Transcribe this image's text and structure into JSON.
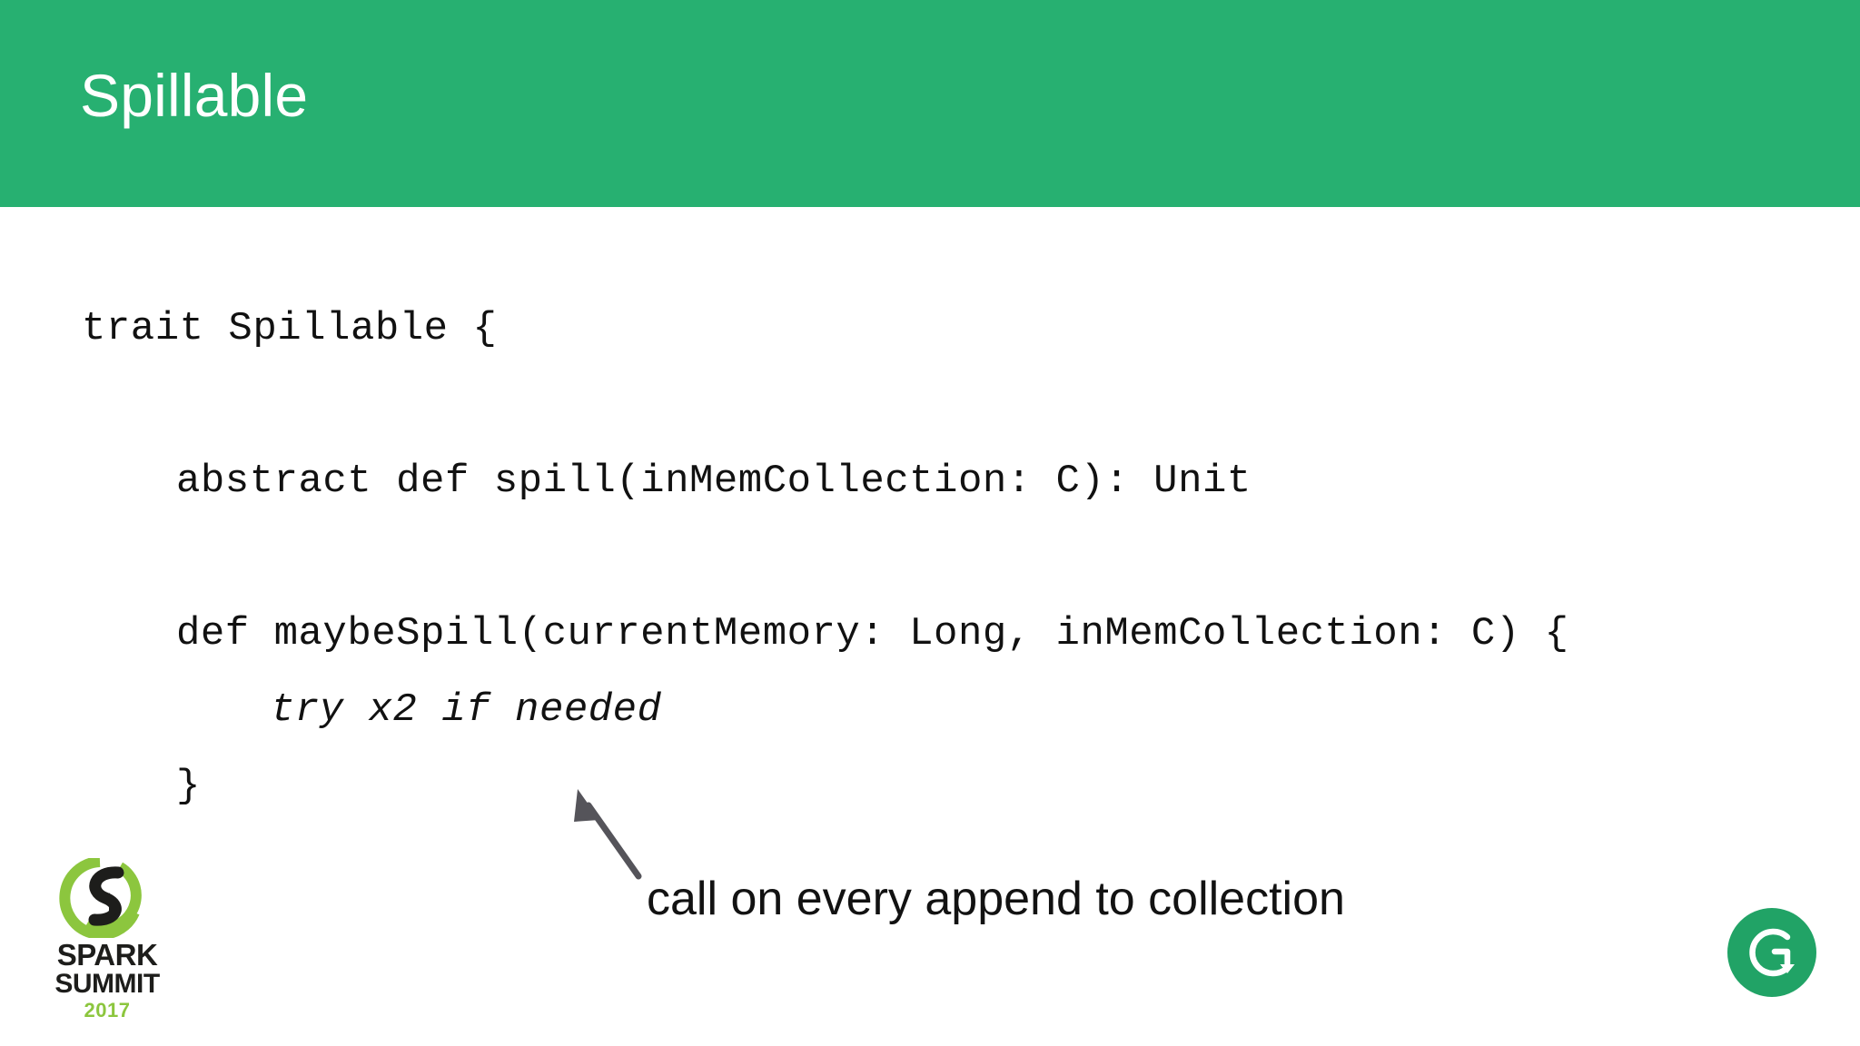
{
  "slide": {
    "title": "Spillable",
    "header_color": "#27b071",
    "background_color": "#ffffff",
    "text_color": "#111111"
  },
  "code": {
    "language": "scala",
    "lines": [
      {
        "text": "trait Spillable {",
        "indent": 0,
        "italic": false
      },
      {
        "text": "abstract def spill(inMemCollection: C): Unit",
        "indent": 1,
        "italic": false
      },
      {
        "text": "def maybeSpill(currentMemory: Long, inMemCollection: C) {",
        "indent": 1,
        "italic": false
      },
      {
        "text": "try x2 if needed",
        "indent": 2,
        "italic": true
      },
      {
        "text": "}",
        "indent": 1,
        "italic": false
      }
    ]
  },
  "annotation": {
    "text": "call on every append to collection",
    "arrow_color": "#55545a",
    "arrow_points_to": "maybeSpill closing brace"
  },
  "logos": {
    "spark_summit": {
      "line1": "SPARK",
      "line2": "SUMMIT",
      "year": "2017",
      "mark_color": "#8cc63e",
      "word_color": "#1d1d1b"
    },
    "grammarly": {
      "label": "G",
      "badge_color": "#21a366",
      "glyph_color": "#ffffff"
    }
  }
}
